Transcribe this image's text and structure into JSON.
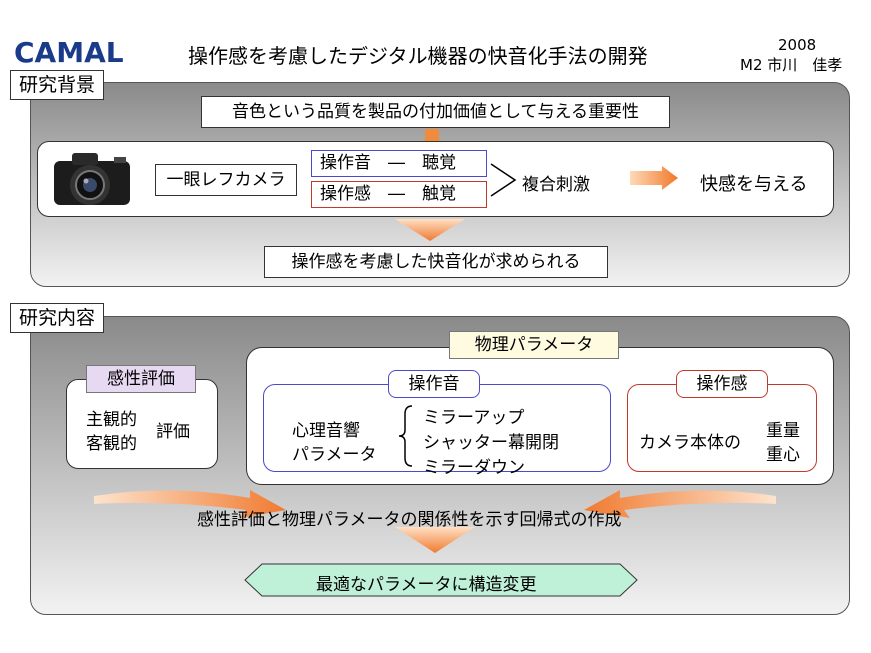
{
  "logo": {
    "text": "CAMAL"
  },
  "header": {
    "title": "操作感を考慮したデジタル機器の快音化手法の開発",
    "year": "2008",
    "author": "M2 市川　佳孝"
  },
  "background": {
    "tab": "研究背景",
    "top_box": "音色という品質を製品の付加価値として与える重要性",
    "camera_label": "一眼レフカメラ",
    "sound_row": "操作音　―　聴覚",
    "feel_row": "操作感　―　触覚",
    "composite": "複合刺激",
    "result": "快感を与える",
    "bottom_box": "操作感を考慮した快音化が求められる"
  },
  "content": {
    "tab": "研究内容",
    "physics_title": "物理パラメータ",
    "kansei_title": "感性評価",
    "kansei_line1": "主観的",
    "kansei_line2": "客観的",
    "kansei_eval": "評価",
    "sound_title": "操作音",
    "psycho_line1": "心理音響",
    "psycho_line2": "パラメータ",
    "mirror_up": "ミラーアップ",
    "shutter": "シャッター幕開閉",
    "mirror_down": "ミラーダウン",
    "feel_title": "操作感",
    "camera_body": "カメラ本体の",
    "weight": "重量",
    "center": "重心",
    "regression": "感性評価と物理パラメータの関係性を示す回帰式の作成",
    "final": "最適なパラメータに構造変更"
  },
  "colors": {
    "blue": "#4a4acb",
    "red": "#c0392b",
    "orange": "#f08a3c",
    "tag_yellow": "#fffbe0",
    "lilac": "#e8d9f2",
    "hex": "#bff0d8"
  }
}
